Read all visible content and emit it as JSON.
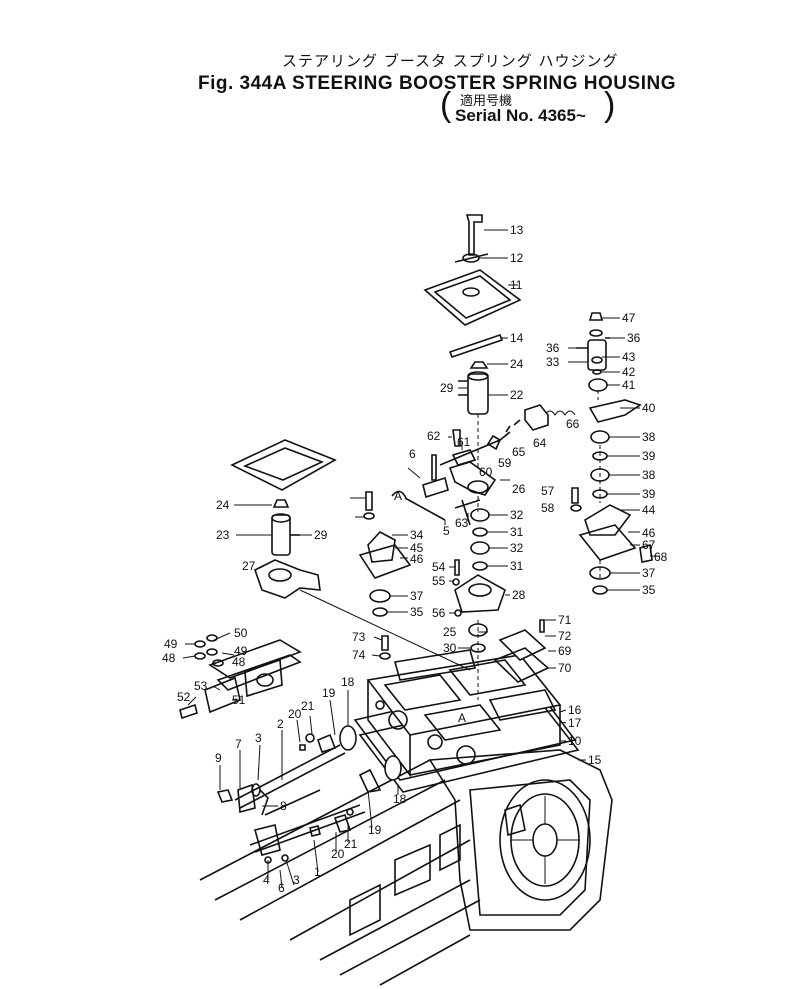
{
  "title": {
    "japanese": "ステアリング ブースタ スプリング ハウジング",
    "main": "Fig. 344A STEERING BOOSTER SPRING HOUSING",
    "serial_japanese": "適用号機",
    "serial": "Serial No. 4365~"
  },
  "callouts": [
    "13",
    "12",
    "11",
    "14",
    "24",
    "29",
    "22",
    "47",
    "36",
    "36",
    "33",
    "43",
    "42",
    "41",
    "40",
    "66",
    "64",
    "62",
    "61",
    "6",
    "65",
    "59",
    "60",
    "26",
    "38",
    "39",
    "38",
    "39",
    "57",
    "58",
    "44",
    "46",
    "67",
    "68",
    "37",
    "35",
    "24",
    "23",
    "29",
    "27",
    "34",
    "45",
    "46",
    "5",
    "63",
    "32",
    "31",
    "32",
    "31",
    "28",
    "54",
    "55",
    "56",
    "37",
    "35",
    "71",
    "72",
    "69",
    "70",
    "25",
    "30",
    "73",
    "74",
    "50",
    "49",
    "49",
    "48",
    "48",
    "53",
    "51",
    "52",
    "19",
    "18",
    "20",
    "21",
    "2",
    "3",
    "7",
    "9",
    "8",
    "16",
    "17",
    "10",
    "15",
    "18",
    "19",
    "21",
    "20",
    "4",
    "6",
    "3",
    "1",
    "A",
    "A"
  ]
}
